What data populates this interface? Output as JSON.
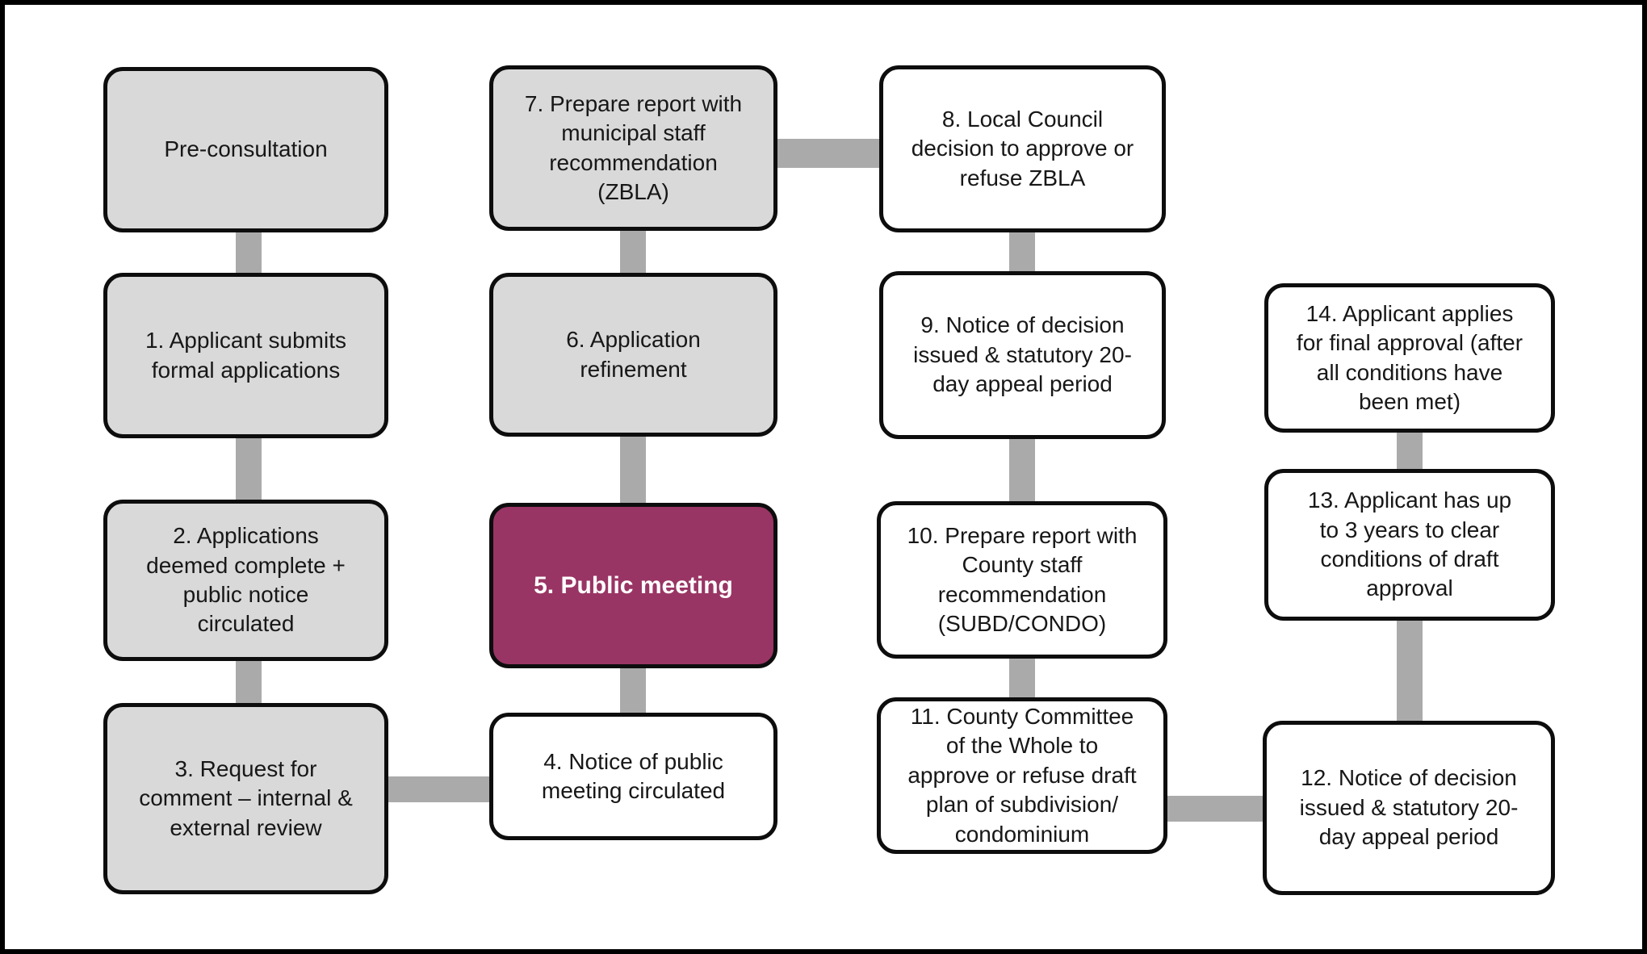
{
  "diagram": {
    "description": "Planning application approval process flowchart",
    "colors": {
      "gray_fill": "#d9d9d9",
      "white_fill": "#ffffff",
      "highlight_fill": "#993564",
      "highlight_text": "#ffffff",
      "connector": "#aaaaaa",
      "outline": "#0d0d0d",
      "frame": "#000000",
      "text": "#171717"
    },
    "nodes": [
      {
        "key": "pre-consultation",
        "style": "gray",
        "label": "Pre-consultation"
      },
      {
        "key": "step-7",
        "style": "gray",
        "label": "7. Prepare report with\nmunicipal staff\nrecommendation\n(ZBLA)"
      },
      {
        "key": "step-8",
        "style": "white",
        "label": "8. Local Council\ndecision to approve or\nrefuse ZBLA"
      },
      {
        "key": "step-1",
        "style": "gray",
        "label": "1. Applicant submits\nformal applications"
      },
      {
        "key": "step-6",
        "style": "gray",
        "label": "6. Application\nrefinement"
      },
      {
        "key": "step-9",
        "style": "white",
        "label": "9. Notice of decision\nissued & statutory 20-\nday appeal period"
      },
      {
        "key": "step-14",
        "style": "white",
        "label": "14. Applicant applies\nfor final approval (after\nall conditions have\nbeen met)"
      },
      {
        "key": "step-2",
        "style": "gray",
        "label": "2. Applications\ndeemed complete +\npublic notice\ncirculated"
      },
      {
        "key": "step-5",
        "style": "highlight",
        "label": "5. Public meeting"
      },
      {
        "key": "step-10",
        "style": "white",
        "label": "10. Prepare report with\nCounty staff\nrecommendation\n(SUBD/CONDO)"
      },
      {
        "key": "step-13",
        "style": "white",
        "label": "13. Applicant has up\nto 3 years to clear\nconditions of draft\napproval"
      },
      {
        "key": "step-3",
        "style": "gray",
        "label": "3. Request for\ncomment – internal &\nexternal review"
      },
      {
        "key": "step-4",
        "style": "white",
        "label": "4. Notice of public\nmeeting circulated"
      },
      {
        "key": "step-11",
        "style": "white",
        "label": "11. County Committee\nof the Whole to\napprove or refuse draft\nplan of subdivision/\ncondominium"
      },
      {
        "key": "step-12",
        "style": "white",
        "label": "12. Notice of decision\nissued & statutory 20-\nday appeal period"
      }
    ],
    "edges": [
      {
        "from": "pre-consultation",
        "to": "step-1"
      },
      {
        "from": "step-1",
        "to": "step-2"
      },
      {
        "from": "step-2",
        "to": "step-3"
      },
      {
        "from": "step-3",
        "to": "step-4"
      },
      {
        "from": "step-4",
        "to": "step-5"
      },
      {
        "from": "step-5",
        "to": "step-6"
      },
      {
        "from": "step-6",
        "to": "step-7"
      },
      {
        "from": "step-7",
        "to": "step-8"
      },
      {
        "from": "step-8",
        "to": "step-9"
      },
      {
        "from": "step-9",
        "to": "step-10"
      },
      {
        "from": "step-10",
        "to": "step-11"
      },
      {
        "from": "step-11",
        "to": "step-12"
      },
      {
        "from": "step-12",
        "to": "step-13"
      },
      {
        "from": "step-13",
        "to": "step-14"
      }
    ]
  }
}
